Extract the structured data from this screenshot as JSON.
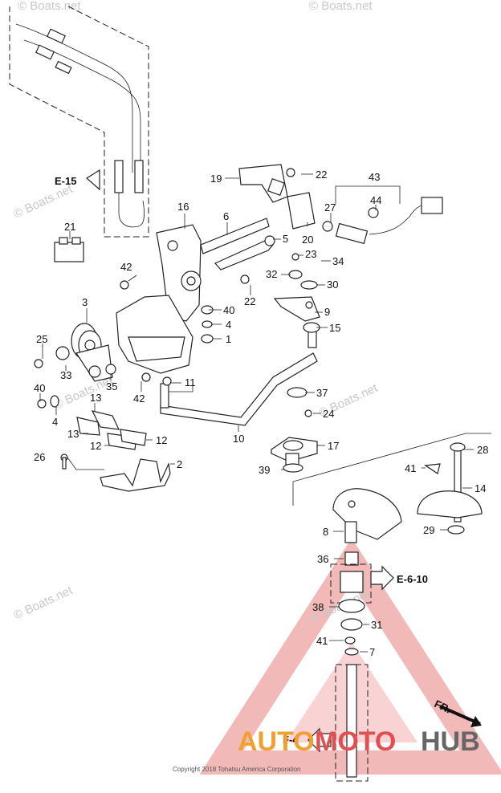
{
  "watermarks": [
    "© Boats.net",
    "© Boats.net",
    "© Boats.net",
    "© Boats.net",
    "© Boats.net",
    "© Boats.net",
    "© Boats.net"
  ],
  "callouts": [
    "19",
    "22",
    "43",
    "44",
    "27",
    "16",
    "6",
    "5",
    "20",
    "21",
    "42",
    "23",
    "34",
    "32",
    "30",
    "22",
    "3",
    "40",
    "4",
    "1",
    "9",
    "15",
    "25",
    "33",
    "35",
    "42",
    "11",
    "37",
    "40",
    "4",
    "13",
    "13",
    "12",
    "12",
    "24",
    "10",
    "17",
    "26",
    "2",
    "39",
    "28",
    "41",
    "14",
    "8",
    "29",
    "36",
    "38",
    "31",
    "41",
    "7"
  ],
  "references": {
    "e15": "E-15",
    "e610": "E-6-10",
    "f4": "F-4",
    "fr": "FR."
  },
  "copyright": "Copyright 2018 Tohatsu America Corporation",
  "brand": {
    "part1": "AUTO",
    "part2": "MOTO",
    "part3": "HUB",
    "color1": "#f0a030",
    "color2": "#e05050",
    "color3": "#666666"
  },
  "colors": {
    "line": "#222222",
    "watermark": "#c8c8c8",
    "triangle": "#e88080"
  }
}
